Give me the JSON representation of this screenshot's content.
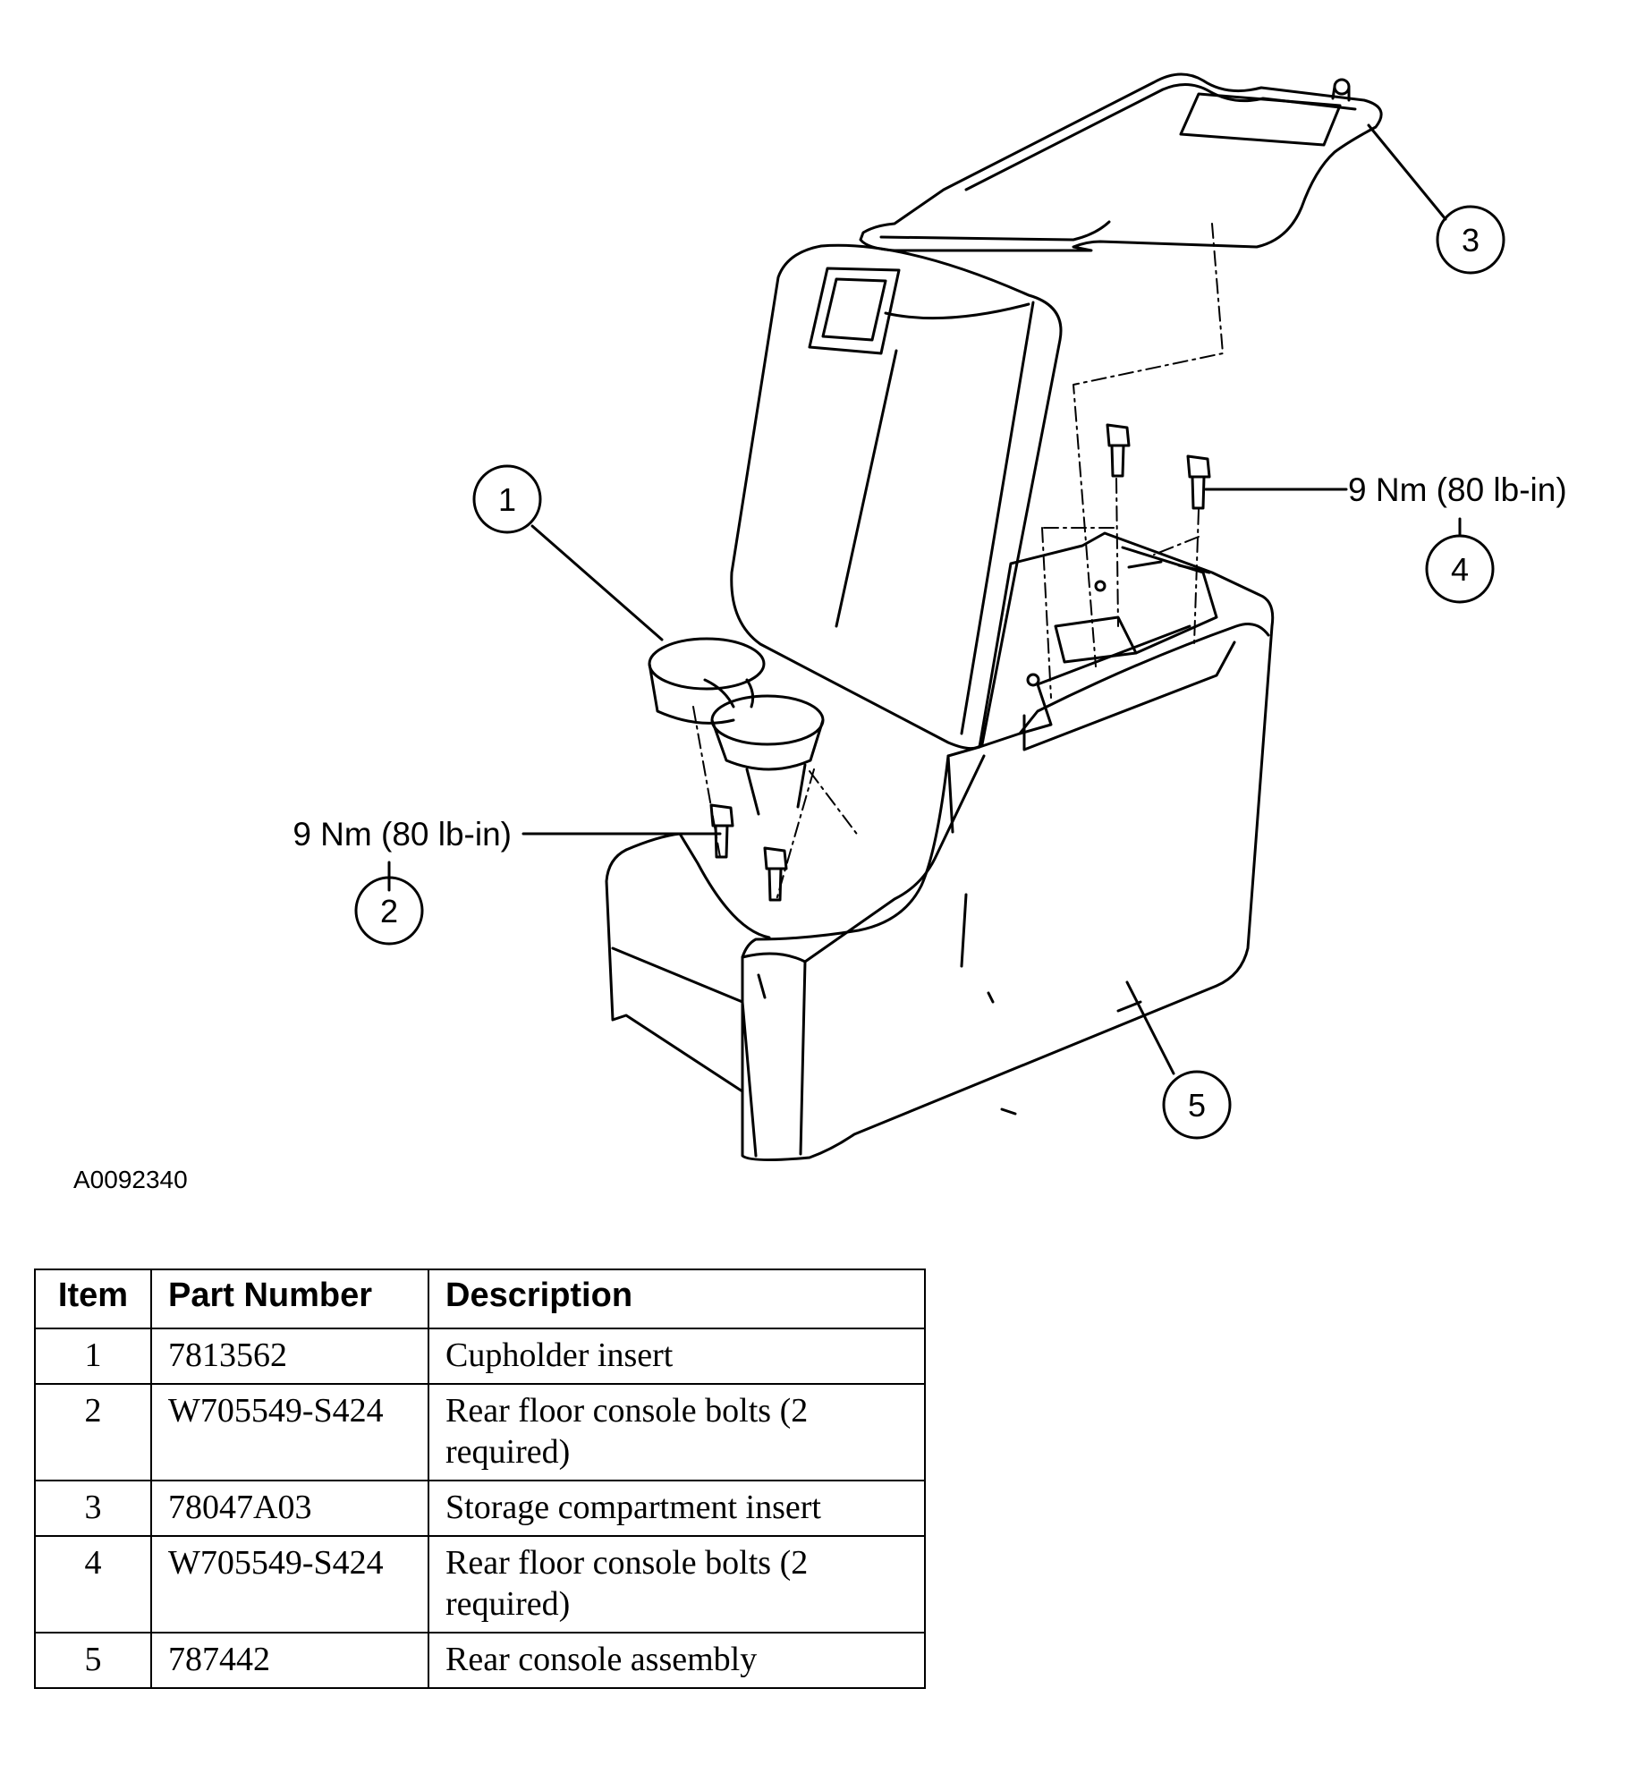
{
  "figure": {
    "code": "A0092340",
    "callouts": [
      {
        "number": "1"
      },
      {
        "number": "2",
        "torque": "9 Nm (80 lb-in)"
      },
      {
        "number": "3"
      },
      {
        "number": "4",
        "torque": "9 Nm (80 lb-in)"
      },
      {
        "number": "5"
      }
    ]
  },
  "table": {
    "headers": [
      "Item",
      "Part Number",
      "Description"
    ],
    "rows": [
      {
        "item": "1",
        "part": "7813562",
        "description": "Cupholder insert"
      },
      {
        "item": "2",
        "part": "W705549-S424",
        "description": "Rear floor console bolts (2 required)"
      },
      {
        "item": "3",
        "part": "78047A03",
        "description": "Storage compartment insert"
      },
      {
        "item": "4",
        "part": "W705549-S424",
        "description": "Rear floor console bolts (2 required)"
      },
      {
        "item": "5",
        "part": "787442",
        "description": "Rear console assembly"
      }
    ]
  }
}
